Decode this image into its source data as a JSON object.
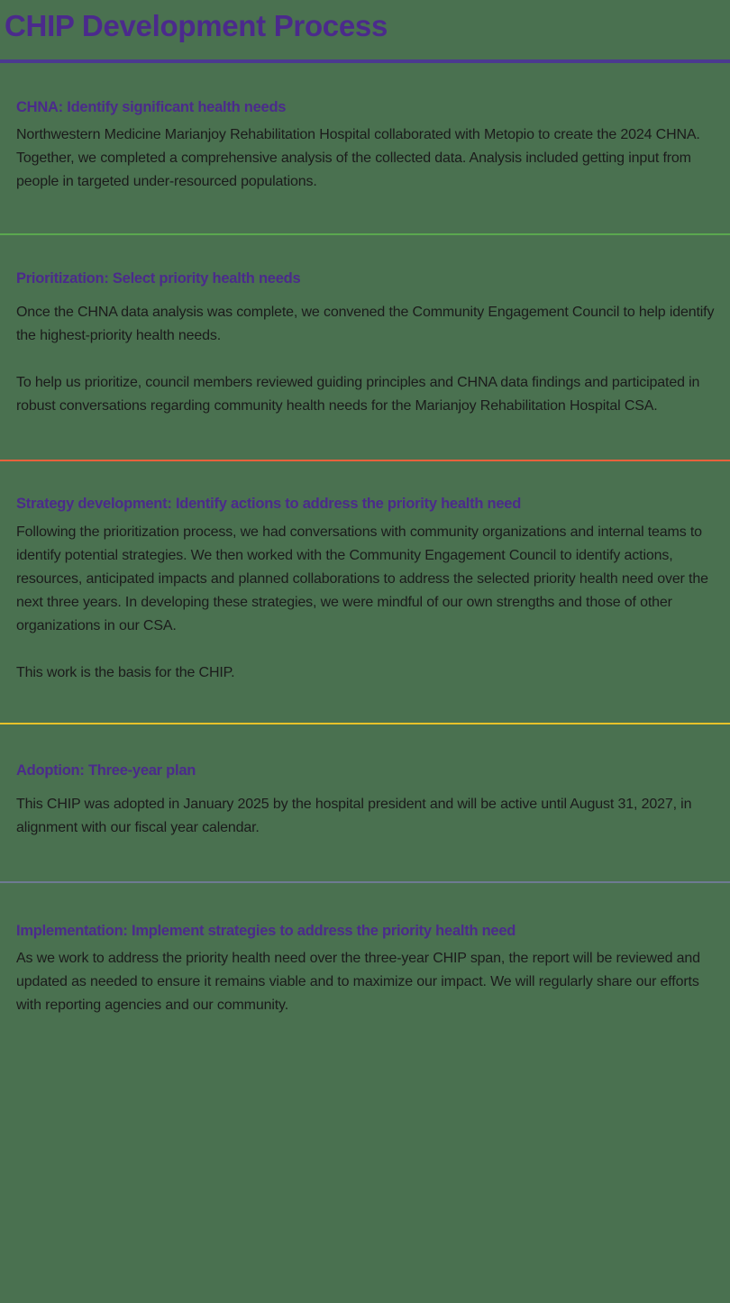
{
  "page": {
    "title": "CHIP Development Process",
    "background_color": "#4a7150",
    "heading_color": "#4b2a8c",
    "body_color": "#1b1b1b",
    "title_rule_color": "#4b3a8f"
  },
  "sections": [
    {
      "heading": "CHNA: Identify significant health needs",
      "paragraphs": [
        "Northwestern Medicine Marianjoy Rehabilitation Hospital collaborated with Metopio to create the 2024 CHNA. Together, we completed a comprehensive analysis of the collected data. Analysis included getting input from people in targeted under-resourced populations."
      ],
      "divider_color": "#5aa84f"
    },
    {
      "heading": "Prioritization: Select priority health needs",
      "paragraphs": [
        "Once the CHNA data analysis was complete, we convened the Community Engagement Council to help identify the highest-priority health needs.",
        "To help us prioritize, council members reviewed guiding principles and CHNA data findings and participated in robust conversations regarding community health needs for the Marianjoy Rehabilitation Hospital CSA."
      ],
      "divider_color": "#e8613c"
    },
    {
      "heading": "Strategy development: Identify actions to address the priority health need",
      "paragraphs": [
        "Following the prioritization process, we had conversations with community organizations and internal teams to identify potential strategies. We then worked with the Community Engagement Council to identify actions, resources, anticipated impacts and planned collaborations to address the selected priority health need over the next three years. In developing these strategies, we were mindful of our own strengths and those of other organizations in our CSA.",
        "This work is the basis for the CHIP."
      ],
      "divider_color": "#e8c22a"
    },
    {
      "heading": "Adoption: Three-year plan",
      "paragraphs": [
        "This CHIP was adopted in January 2025 by the hospital president and will be active until August 31, 2027, in alignment with our fiscal year calendar."
      ],
      "divider_color": "#6e7b93"
    },
    {
      "heading": "Implementation: Implement strategies to address the priority health need",
      "paragraphs": [
        "As we work to address the priority health need over the three-year CHIP span, the report will be reviewed and updated as needed to ensure it remains viable and to maximize our impact. We will regularly share our efforts with reporting agencies and our community."
      ],
      "divider_color": null
    }
  ]
}
